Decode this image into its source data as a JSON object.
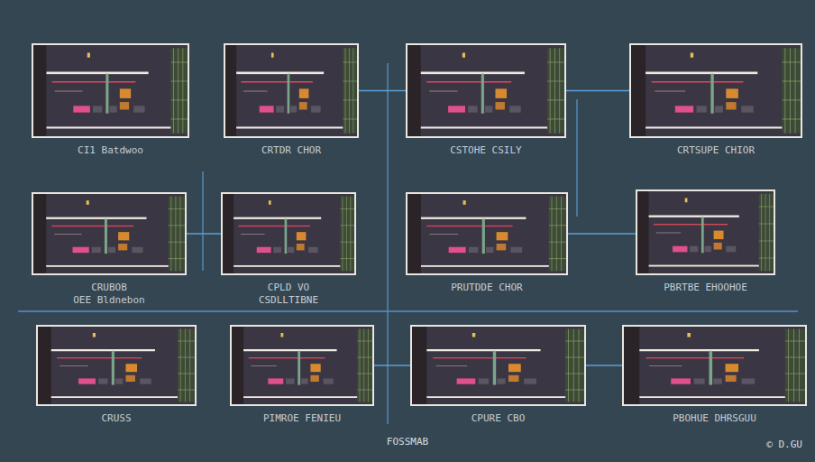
{
  "diagram": {
    "nodes": [
      {
        "text": [
          "CI1 Batdwoo"
        ]
      },
      {
        "text": [
          "CRTDR CHOR"
        ]
      },
      {
        "text": [
          "CSTOHE CSILY"
        ]
      },
      {
        "text": [
          "CRTSUPE CHIOR"
        ]
      },
      {
        "text": [
          "CRUBOB",
          "OEE Bldnebon"
        ]
      },
      {
        "text": [
          "CPLD VO",
          "CSDLLTIBNE"
        ]
      },
      {
        "text": [
          "PRUTDDE CHOR"
        ]
      },
      {
        "text": [
          "PBRTBE EHOOHOE"
        ]
      },
      {
        "text": [
          "CRUSS"
        ]
      },
      {
        "text": [
          "PIMROE FENIEU"
        ]
      },
      {
        "text": [
          "CPURE CBO"
        ]
      },
      {
        "text": [
          "PBOHUE DHRSGUU"
        ]
      }
    ],
    "edges": [
      {
        "from": 1,
        "to": 2,
        "arrow": "none"
      },
      {
        "from": 2,
        "to": 3,
        "arrow": "none"
      },
      {
        "from": 4,
        "to": 5,
        "arrow": "none"
      },
      {
        "from": 6,
        "to": 7,
        "arrow": "none"
      },
      {
        "from": 9,
        "to": 10,
        "arrow": "none"
      },
      {
        "from": 10,
        "to": 11,
        "arrow": "none"
      }
    ],
    "labels": [
      "FOSSMAB",
      "© D.GU"
    ]
  }
}
